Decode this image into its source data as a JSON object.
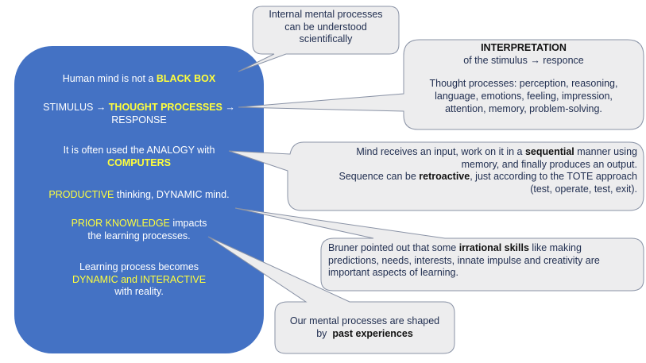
{
  "colors": {
    "main_box_fill": "#4472c4",
    "main_text": "#ffffff",
    "highlight": "#ffff3c",
    "callout_fill": "#ededee",
    "callout_stroke": "#8a93a6",
    "callout_text": "#1f2d4f"
  },
  "main_box": {
    "items": [
      {
        "parts": [
          {
            "t": "Human mind is not a ",
            "s": "n"
          },
          {
            "t": "BLACK BOX",
            "s": "hl"
          }
        ]
      },
      {
        "parts": [
          {
            "t": "STIMULUS → ",
            "s": "n"
          },
          {
            "t": "THOUGHT PROCESSES",
            "s": "hl"
          },
          {
            "t": " →",
            "s": "n"
          }
        ],
        "line2": "RESPONSE"
      },
      {
        "line1": "It is often used the ANALOGY with",
        "line2_hl": "COMPUTERS"
      },
      {
        "parts": [
          {
            "t": "PRODUCTIVE",
            "s": "hln"
          },
          {
            "t": " thinking, DYNAMIC mind.",
            "s": "n"
          }
        ]
      },
      {
        "parts": [
          {
            "t": "PRIOR KNOWLEDGE",
            "s": "hln"
          },
          {
            "t": " impacts",
            "s": "n"
          }
        ],
        "line2": "the learning processes."
      },
      {
        "line1": "Learning process becomes",
        "line2_hl": "DYNAMIC and INTERACTIVE",
        "line3": "with reality."
      }
    ]
  },
  "callouts": {
    "scientific": {
      "lines": [
        "Internal mental processes",
        "can be understood",
        "scientifically"
      ]
    },
    "interpretation": {
      "title": "INTERPRETATION",
      "subtitle": "of the stimulus → responce",
      "lines": [
        "Thought processes: perception, reasoning,",
        "language, emotions, feeling, impression,",
        "attention, memory, problem-solving."
      ]
    },
    "sequential": {
      "l1a": "Mind receives an input, work on it in a ",
      "l1b": "sequential",
      "l1c": " manner using",
      "l2": "memory, and finally produces an output.",
      "l3a": "Sequence can be ",
      "l3b": "retroactive",
      "l3c": ", just according to the TOTE approach",
      "l4": "(test, operate, test, exit)."
    },
    "bruner": {
      "l1a": "Bruner pointed out that some ",
      "l1b": "irrational skills",
      "l1c": " like making",
      "l2": "predictions, needs, interests, innate impulse and creativity are",
      "l3": "important aspects of learning."
    },
    "experiences": {
      "l1": "Our mental processes are shaped",
      "l2a": "by  ",
      "l2b": "past experiences"
    }
  }
}
